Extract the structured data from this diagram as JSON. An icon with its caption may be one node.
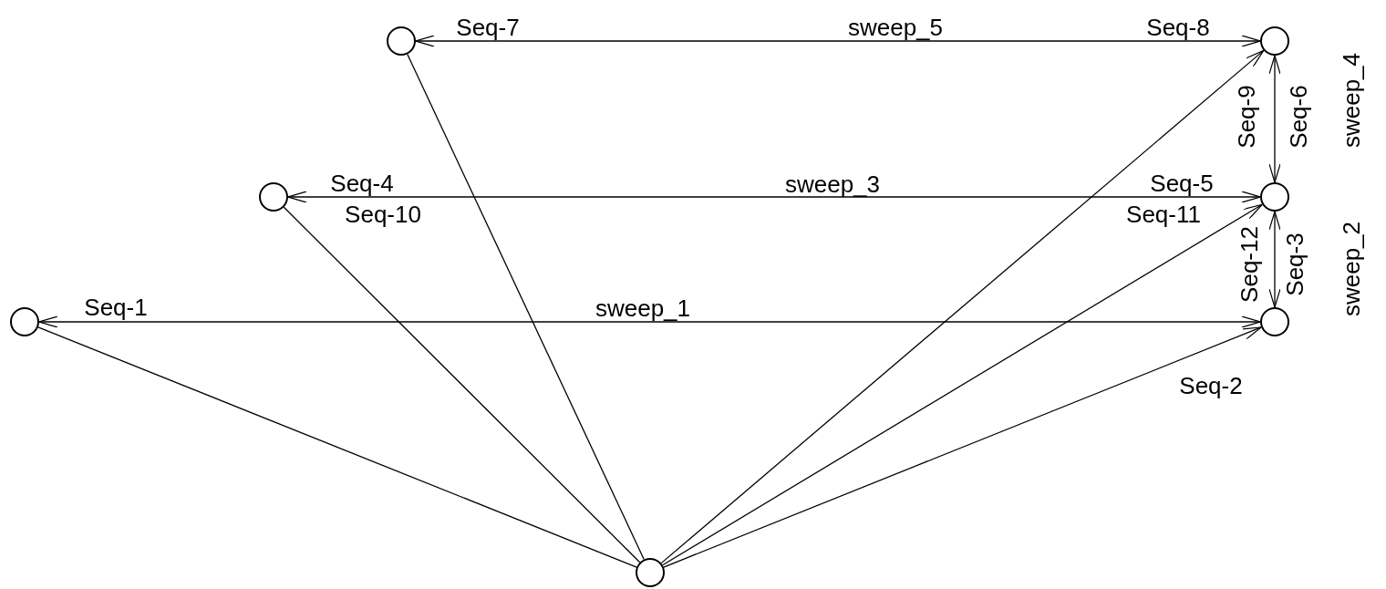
{
  "diagram": {
    "nodes": [
      {
        "text": [],
        "shape": "circle"
      },
      {
        "text": [],
        "shape": "circle"
      },
      {
        "text": [],
        "shape": "circle"
      },
      {
        "text": [],
        "shape": "circle"
      },
      {
        "text": [],
        "shape": "circle"
      },
      {
        "text": [],
        "shape": "circle"
      },
      {
        "text": [],
        "shape": "circle"
      }
    ],
    "edges": [
      {
        "from": 0,
        "to": 1,
        "arrow": "both",
        "label": "sweep_5"
      },
      {
        "from": 1,
        "to": 3,
        "arrow": "both",
        "label": "sweep_4"
      },
      {
        "from": 2,
        "to": 3,
        "arrow": "both",
        "label": "sweep_3"
      },
      {
        "from": 3,
        "to": 5,
        "arrow": "both",
        "label": "sweep_2"
      },
      {
        "from": 4,
        "to": 5,
        "arrow": "both",
        "label": "sweep_1"
      },
      {
        "from": 6,
        "to": 4,
        "arrow": "none"
      },
      {
        "from": 6,
        "to": 2,
        "arrow": "none"
      },
      {
        "from": 6,
        "to": 0,
        "arrow": "none"
      },
      {
        "from": 6,
        "to": 1,
        "arrow": "to"
      },
      {
        "from": 6,
        "to": 3,
        "arrow": "to"
      },
      {
        "from": 6,
        "to": 5,
        "arrow": "to"
      }
    ],
    "labels": [
      "Seq-7",
      "Seq-8",
      "Seq-9",
      "Seq-6",
      "Seq-4",
      "Seq-5",
      "Seq-10",
      "Seq-11",
      "Seq-12",
      "Seq-3",
      "Seq-1",
      "Seq-2"
    ]
  }
}
